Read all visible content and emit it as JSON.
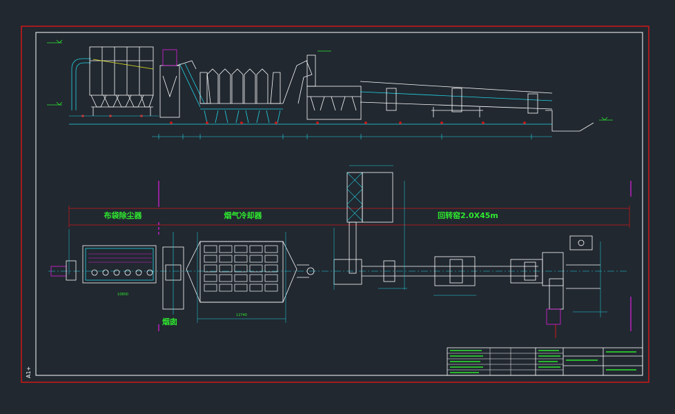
{
  "colors": {
    "background": "#212830",
    "frame": "#d01818",
    "line": "#ffffff",
    "accent_cyan": "#22d8e8",
    "accent_green": "#2fe82f",
    "accent_yellow": "#e8e820",
    "accent_magenta": "#e020e0"
  },
  "labels": {
    "baghouse": "布袋除尘器",
    "flue_cooler": "烟气冷却器",
    "kiln": "回转窑2.0X45m",
    "chimney": "烟囱",
    "side_mark": "A1+"
  },
  "dims": {
    "baghouse_len": "10800",
    "cooler_len": "12740"
  }
}
